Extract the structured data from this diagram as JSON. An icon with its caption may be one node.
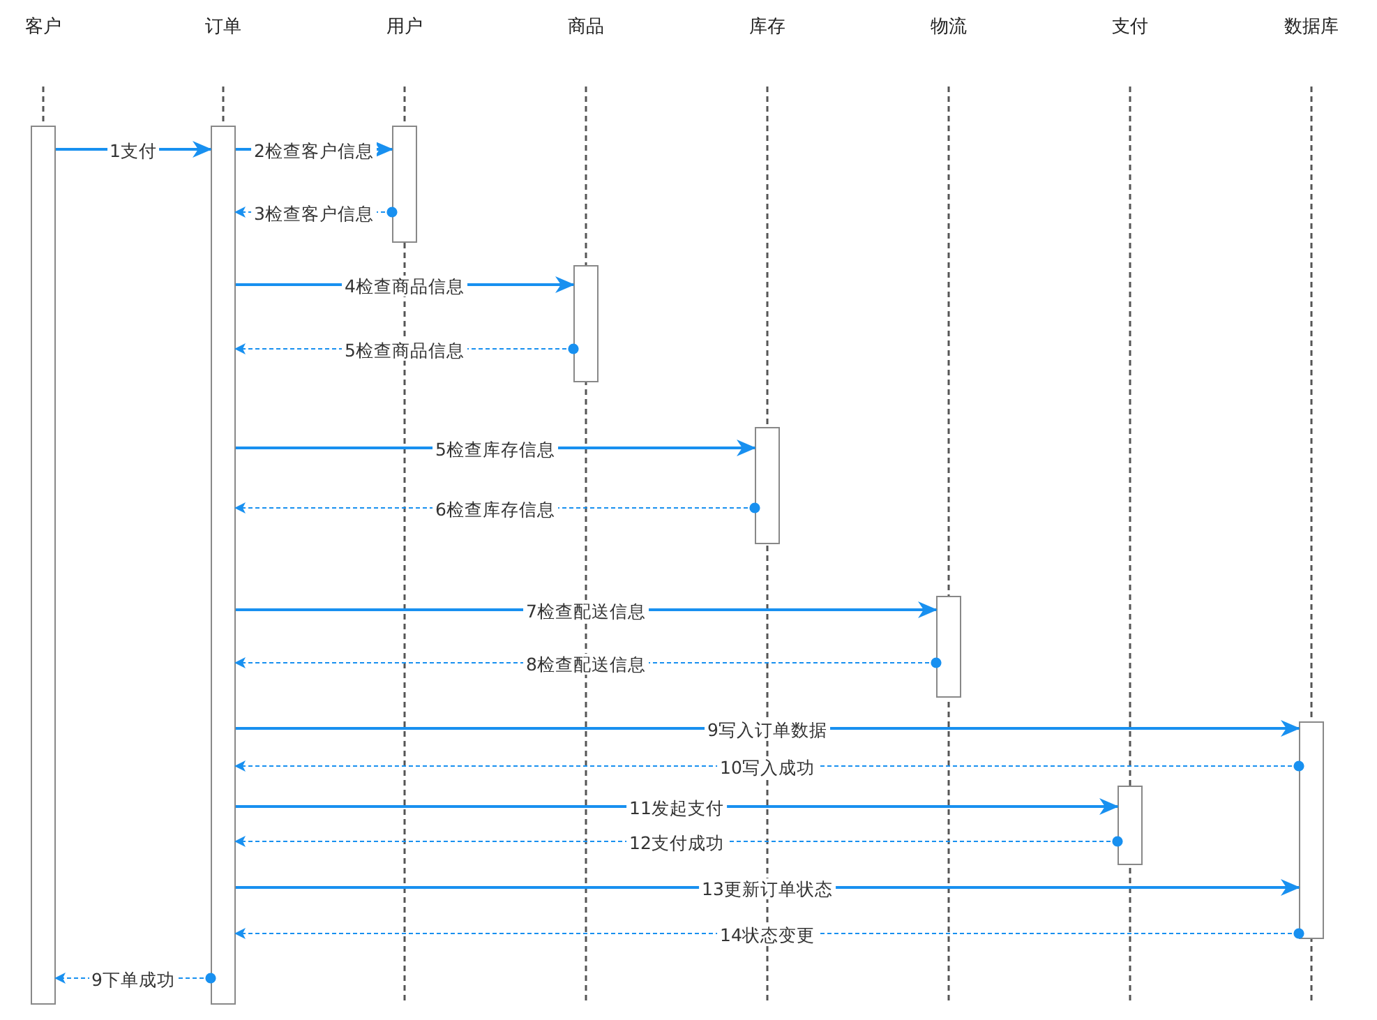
{
  "diagram": {
    "nodes": [
      {
        "text": [
          "客户"
        ]
      },
      {
        "text": [
          "订单"
        ]
      },
      {
        "text": [
          "用户"
        ]
      },
      {
        "text": [
          "商品"
        ]
      },
      {
        "text": [
          "库存"
        ]
      },
      {
        "text": [
          "物流"
        ]
      },
      {
        "text": [
          "支付"
        ]
      },
      {
        "text": [
          "数据库"
        ]
      },
      {
        "text": [],
        "shape": "bar"
      },
      {
        "text": [],
        "shape": "bar"
      },
      {
        "text": [],
        "shape": "bar"
      },
      {
        "text": [],
        "shape": "bar"
      },
      {
        "text": [],
        "shape": "bar"
      },
      {
        "text": [],
        "shape": "bar"
      },
      {
        "text": [],
        "shape": "bar"
      },
      {
        "text": [],
        "shape": "bar"
      }
    ],
    "edges": [
      {
        "from": 8,
        "to": 9,
        "arrow": "to",
        "label": "1支付"
      },
      {
        "from": 9,
        "to": 10,
        "arrow": "to",
        "label": "2检查客户信息"
      },
      {
        "from": 10,
        "to": 9,
        "arrow": "to",
        "label": "3检查客户信息",
        "style": "dashed"
      },
      {
        "from": 9,
        "to": 11,
        "arrow": "to",
        "label": "4检查商品信息"
      },
      {
        "from": 11,
        "to": 9,
        "arrow": "to",
        "label": "5检查商品信息",
        "style": "dashed"
      },
      {
        "from": 9,
        "to": 12,
        "arrow": "to",
        "label": "5检查库存信息"
      },
      {
        "from": 12,
        "to": 9,
        "arrow": "to",
        "label": "6检查库存信息",
        "style": "dashed"
      },
      {
        "from": 9,
        "to": 13,
        "arrow": "to",
        "label": "7检查配送信息"
      },
      {
        "from": 13,
        "to": 9,
        "arrow": "to",
        "label": "8检查配送信息",
        "style": "dashed"
      },
      {
        "from": 9,
        "to": 15,
        "arrow": "to",
        "label": "9写入订单数据"
      },
      {
        "from": 15,
        "to": 9,
        "arrow": "to",
        "label": "10写入成功",
        "style": "dashed"
      },
      {
        "from": 9,
        "to": 14,
        "arrow": "to",
        "label": "11发起支付"
      },
      {
        "from": 14,
        "to": 9,
        "arrow": "to",
        "label": "12支付成功",
        "style": "dashed"
      },
      {
        "from": 9,
        "to": 15,
        "arrow": "to",
        "label": "13更新订单状态"
      },
      {
        "from": 15,
        "to": 9,
        "arrow": "to",
        "label": "14状态变更",
        "style": "dashed"
      },
      {
        "from": 9,
        "to": 8,
        "arrow": "to",
        "label": "9下单成功",
        "style": "dashed"
      }
    ]
  }
}
